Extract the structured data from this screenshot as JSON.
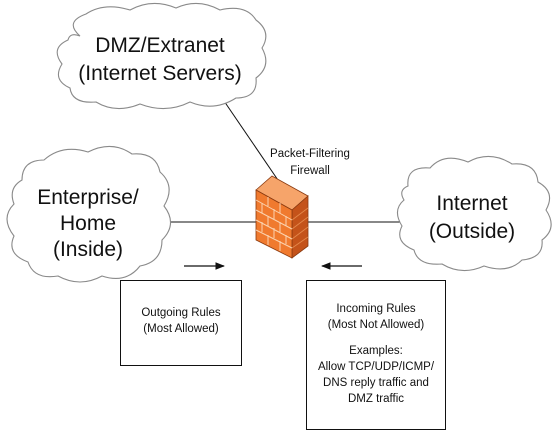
{
  "clouds": {
    "dmz": {
      "line1": "DMZ/Extranet",
      "line2": "(Internet Servers)"
    },
    "enterprise": {
      "line1": "Enterprise/",
      "line2": "Home",
      "line3": "(Inside)"
    },
    "internet": {
      "line1": "Internet",
      "line2": "(Outside)"
    }
  },
  "firewall": {
    "label_line1": "Packet-Filtering",
    "label_line2": "Firewall",
    "icon": "brick-wall-icon",
    "colors": {
      "front": "#f07a2e",
      "side": "#c4531a",
      "top": "#f6a46a",
      "mortar": "#fbd3b0"
    }
  },
  "outgoing_rules": {
    "title": "Outgoing Rules",
    "subtitle": "(Most Allowed)",
    "arrow_direction": "right"
  },
  "incoming_rules": {
    "title": "Incoming Rules",
    "subtitle": "(Most Not Allowed)",
    "examples_heading": "Examples:",
    "examples_lines": [
      "Allow TCP/UDP/ICMP/",
      "DNS reply traffic and",
      "DMZ traffic"
    ],
    "arrow_direction": "left"
  }
}
